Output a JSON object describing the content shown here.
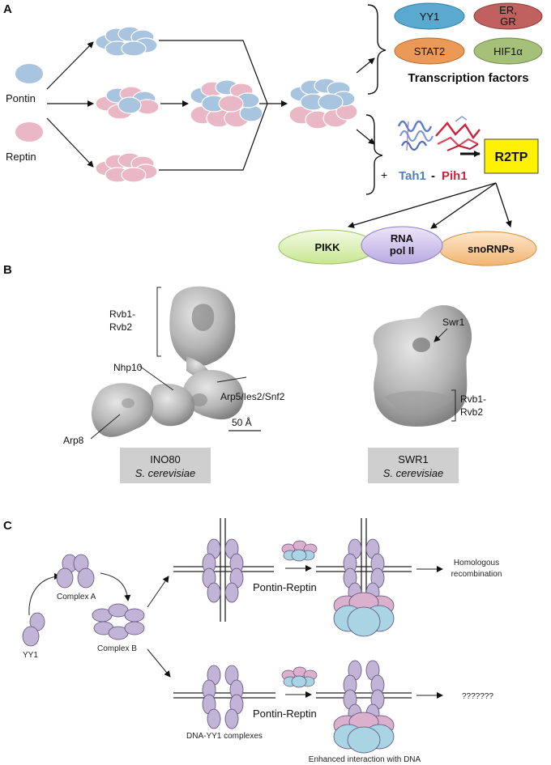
{
  "panels": {
    "a": "A",
    "b": "B",
    "c": "C"
  },
  "panel_a": {
    "pontin_label": "Pontin",
    "reptin_label": "Reptin",
    "transcription_factors": [
      "YY1",
      "ER,",
      "GR",
      "STAT2",
      "HIF1α"
    ],
    "transcription_factors_label": "Transcription factors",
    "plus": "+",
    "tah1": "Tah1",
    "dash": " - ",
    "pih1": "Pih1",
    "r2tp": "R2TP",
    "targets": [
      "PIKK",
      "RNA",
      "pol II",
      "snoRNPs"
    ],
    "colors": {
      "pontin": "#a9c4de",
      "reptin": "#e9b7c6",
      "yy1": "#5aa9cf",
      "er_gr": "#c0605f",
      "stat2": "#ea9a56",
      "hif1a": "#a6c07a",
      "r2tp": "#fff200",
      "pikk": "#d8f0b0",
      "rnapol": "#c9bce8",
      "snornps": "#f4c694"
    }
  },
  "panel_b": {
    "rvb_label_1": [
      "Rvb1-",
      "Rvb2"
    ],
    "nhp10": "Nhp10",
    "arp5": "Arp5/Ies2/Snf2",
    "arp8": "Arp8",
    "scale": "50 Å",
    "swr1": "Swr1",
    "rvb_label_2": [
      "Rvb1-",
      "Rvb2"
    ],
    "ino80_box": [
      "INO80",
      "S. cerevisiae"
    ],
    "swr1_box": [
      "SWR1",
      "S. cerevisiae"
    ]
  },
  "panel_c": {
    "yy1": "YY1",
    "complex_a": "Complex A",
    "complex_b": "Complex B",
    "pontin_reptin_1": "Pontin-Reptin",
    "pontin_reptin_2": "Pontin-Reptin",
    "homologous": [
      "Homologous",
      "recombination"
    ],
    "unknown": "???????",
    "dna_yy1": "DNA-YY1 complexes",
    "enhanced": "Enhanced interaction with DNA",
    "colors": {
      "yy1": "#c2b4d6",
      "pontin": "#a8d4e4",
      "reptin": "#dab0cc"
    }
  }
}
